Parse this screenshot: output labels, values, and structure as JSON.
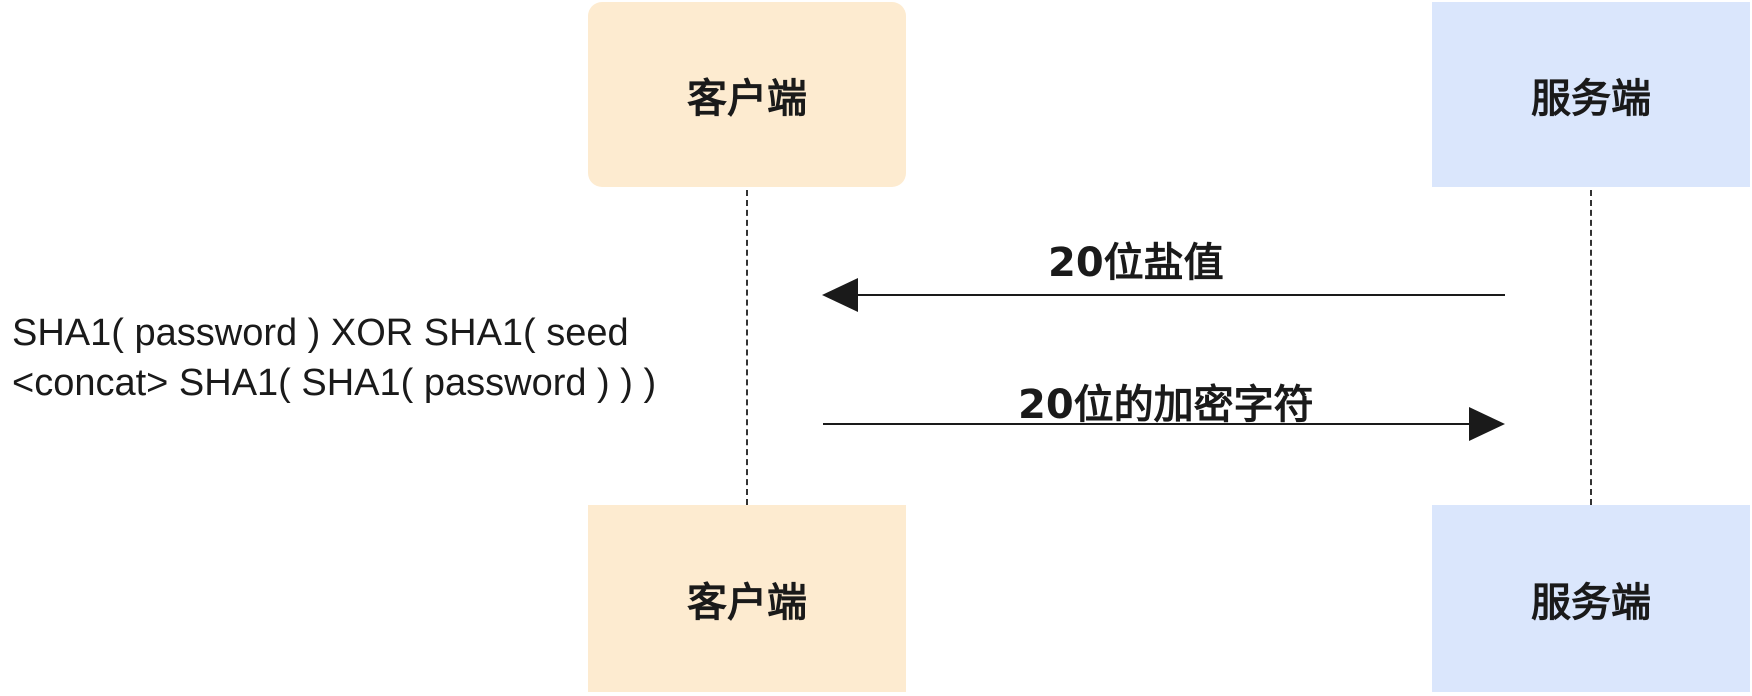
{
  "participants": {
    "client": "客户端",
    "server": "服务端"
  },
  "messages": [
    {
      "from": "服务端",
      "to": "客户端",
      "label": "20位盐值"
    },
    {
      "from": "客户端",
      "to": "服务端",
      "label": "20位的加密字符"
    }
  ],
  "note": {
    "line1": "SHA1( password ) XOR SHA1( seed",
    "line2": "<concat> SHA1( SHA1( password ) ) )"
  },
  "colors": {
    "client_fill": "#fdebd0",
    "server_fill": "#dae6fc",
    "line": "#1a1a1a"
  }
}
